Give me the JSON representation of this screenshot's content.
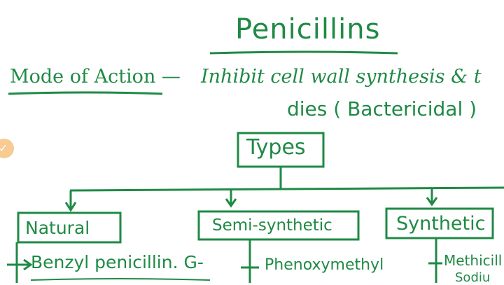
{
  "title": "Penicillins",
  "mode_of_action": {
    "label": "Mode of Action",
    "dash": "—",
    "text_line1": "Inhibit cell wall synthesis & t",
    "text_line2": "dies ( Bactericidal )"
  },
  "types": {
    "label": "Types",
    "categories": [
      {
        "label": "Natural",
        "item_arrow": "→",
        "items": [
          "Benzyl penicillin. G-"
        ]
      },
      {
        "label": "Semi-synthetic",
        "item_arrow": "→",
        "items": [
          "Phenoxymethyl"
        ]
      },
      {
        "label": "Synthetic",
        "item_arrow": "→",
        "items": [
          "Methicill",
          "Sodiu"
        ]
      }
    ]
  },
  "colors": {
    "ink": "#1f8a45",
    "background": "#ffffff",
    "badge": "#f6c27e"
  }
}
